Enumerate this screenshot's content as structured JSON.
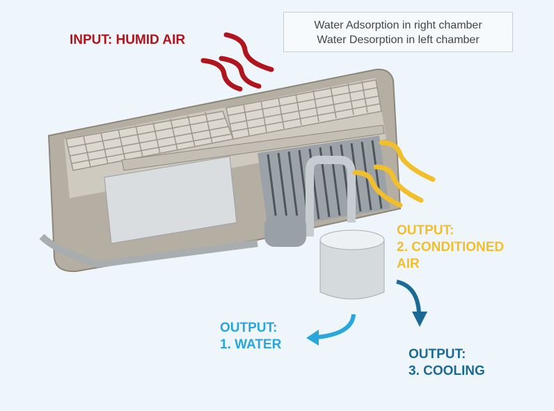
{
  "note": {
    "line1": "Water Adsorption in right chamber",
    "line2": "Water Desorption in left chamber"
  },
  "labels": {
    "input": "INPUT: HUMID AIR",
    "output_air_1": "OUTPUT:",
    "output_air_2": "2. CONDITIONED",
    "output_air_3": "AIR",
    "output_water_1": "OUTPUT:",
    "output_water_2": "1. WATER",
    "output_cooling_1": "OUTPUT:",
    "output_cooling_2": "3. COOLING"
  },
  "colors": {
    "background": "#eef5fb",
    "input": "#b0141c",
    "conditioned_air": "#f2bf2c",
    "water": "#29a6dc",
    "cooling": "#1b6a93"
  }
}
